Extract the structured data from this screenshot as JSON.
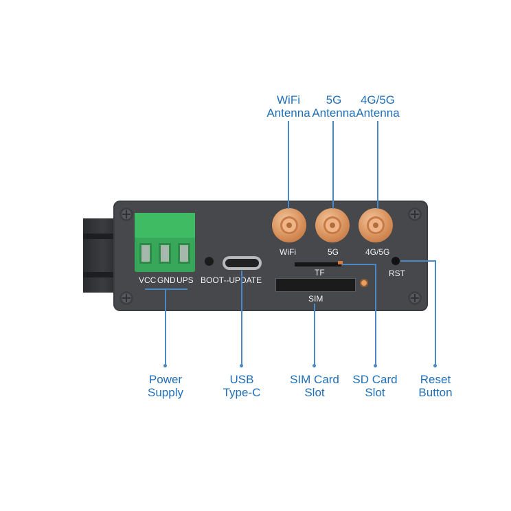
{
  "callouts": {
    "wifi_antenna": [
      "WiFi",
      "Antenna"
    ],
    "antenna_5g": [
      "5G",
      "Antenna"
    ],
    "antenna_4g5g": [
      "4G/5G",
      "Antenna"
    ],
    "power_supply": [
      "Power",
      "Supply"
    ],
    "usb_typec": [
      "USB",
      "Type-C"
    ],
    "sim_card_slot": [
      "SIM Card",
      "Slot"
    ],
    "sd_card_slot": [
      "SD Card",
      "Slot"
    ],
    "reset_button": [
      "Reset",
      "Button"
    ]
  },
  "panel_labels": {
    "vcc": "VCC",
    "gnd": "GND",
    "ups": "UPS",
    "boot_update": "BOOT--UPDATE",
    "wifi": "WiFi",
    "g5": "5G",
    "g4g5": "4G/5G",
    "tf": "TF",
    "sim": "SIM",
    "rst": "RST"
  },
  "colors": {
    "callout_text": "#1f6fb8",
    "leader_line": "#4a88c6",
    "panel": "#46484c",
    "terminal_block": "#3fbb64",
    "sma_connector": "#d8905a"
  },
  "icons": [
    "screw-icon",
    "sma-connector-icon",
    "usb-c-port-icon",
    "terminal-block-icon"
  ]
}
